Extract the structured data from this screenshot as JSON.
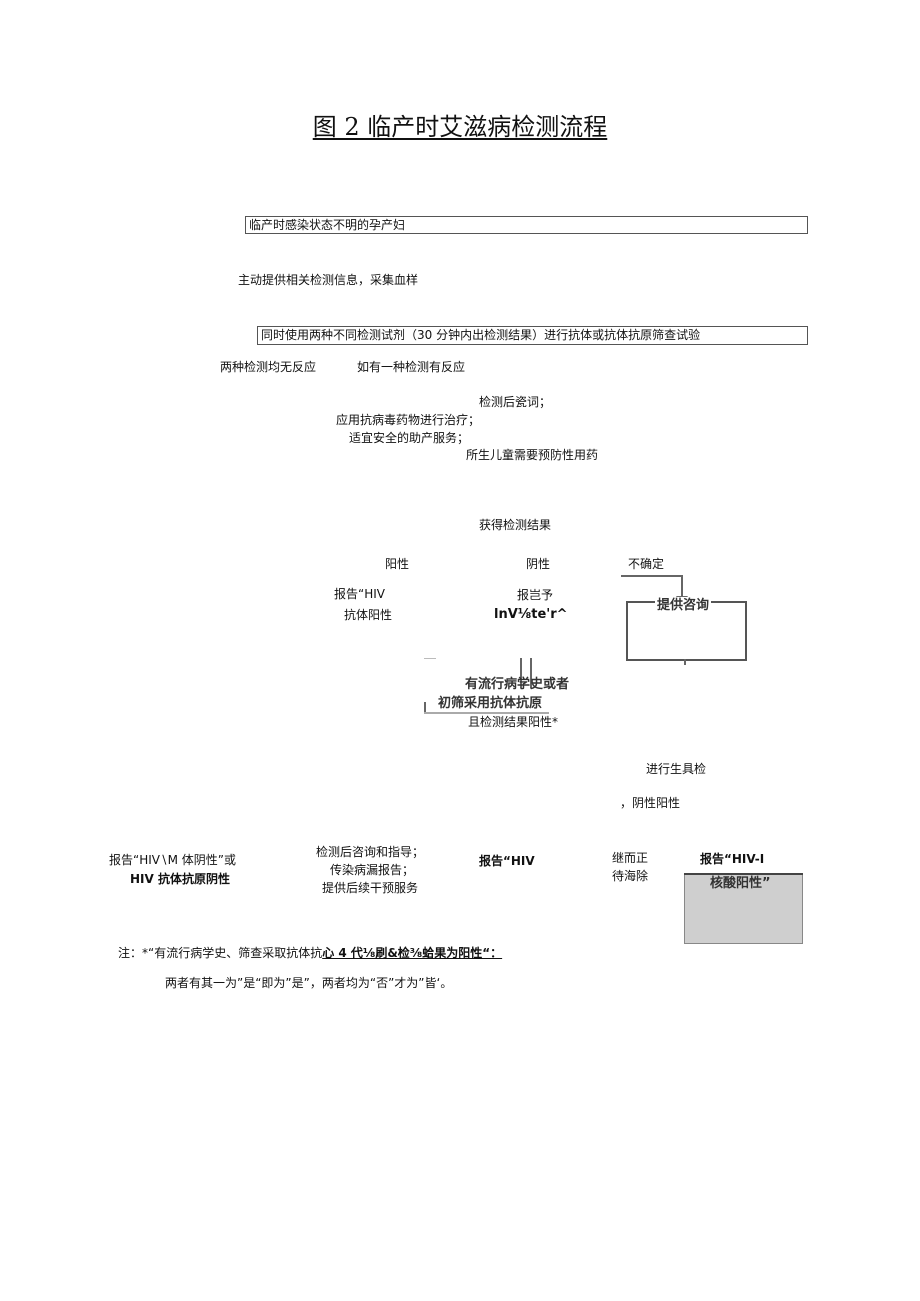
{
  "title": "图 2 临产时艾滋病检测流程",
  "nodes": {
    "pregnant_unknown": "临产时感染状态不明的孕产妇",
    "offer_info": "主动提供相关检测信息，采集血样",
    "screen_test": "同时使用两种不同检测试剂（30 分钟内出检测结果）进行抗体或抗体抗原筛查试验",
    "both_nonreactive": "两种检测均无反应",
    "one_reactive": "如有一种检测有反应",
    "care_1": "检测后瓷词；",
    "care_2": "应用抗病毒药物进行治疗；",
    "care_3": "适宜安全的助产服务；",
    "care_4": "所生儿童需要预防性用药",
    "get_result": "获得检测结果",
    "positive": "阳性",
    "negative": "阴性",
    "uncertain": "不确定",
    "report_hiv_ab_1": "报告“HIV",
    "report_hiv_ab_2": "抗体阳性",
    "report_neg_1": "报岂予",
    "report_neg_2": "lnV⅛te'r^",
    "provide_consult": "提供咨询",
    "epi_1": "有流行病学史或者",
    "epi_2": "初筛采用抗体抗原",
    "epi_3": "且检测结果阳性*",
    "do_test": "进行生具检",
    "neg_pos": "，阴性阳性",
    "report_neg_ab_1": "报告“HIV∖M 体阴性”或",
    "report_neg_ab_2": "HIV 抗体抗原阴性",
    "counsel_1": "检测后咨询和指导；",
    "counsel_2": "传染病漏报告；",
    "counsel_3": "提供后续干预服务",
    "report_hiv_mid": "报告“HIV",
    "followup_1": "继而正",
    "followup_2": "待海除",
    "report_hiv_i": "报告“HIV-I",
    "nucleic_positive": "核酸阳性”"
  },
  "notes": {
    "line1_a": "注：*“有流行病学史、筛查采取抗体抗",
    "line1_b": "心 4 代⅛刷&检⅜蛤果为阳性“：",
    "line2": "两者有其一为”是“即为”是”，两者均为“否”才为”皆‘。"
  }
}
